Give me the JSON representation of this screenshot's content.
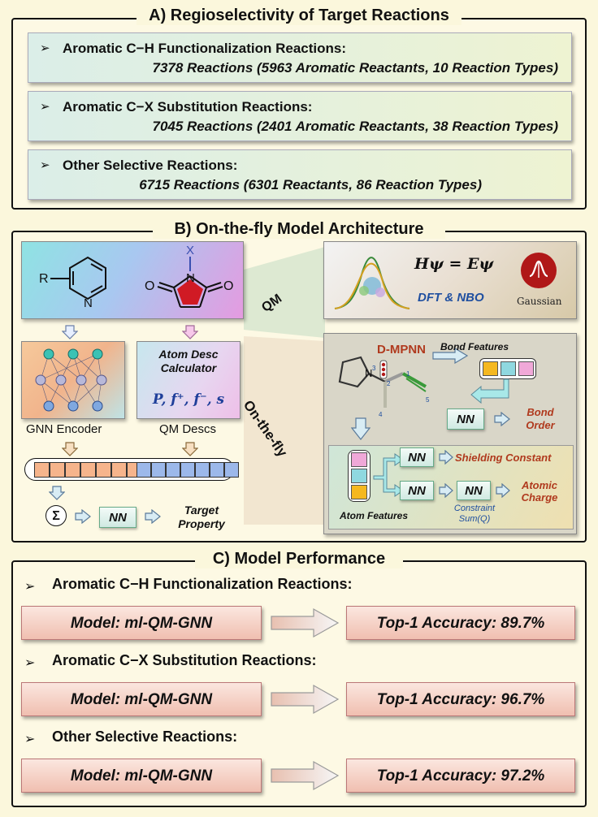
{
  "section_a": {
    "title": "A) Regioselectivity of Target Reactions",
    "items": [
      {
        "head": "Aromatic C−H Functionalization Reactions:",
        "sub": "7378 Reactions (5963 Aromatic Reactants, 10 Reaction Types)"
      },
      {
        "head": "Aromatic C−X Substitution Reactions:",
        "sub": "7045 Reactions (2401 Aromatic Reactants, 38 Reaction Types)"
      },
      {
        "head": "Other Selective Reactions:",
        "sub": "6715 Reactions (6301 Reactants, 86 Reaction Types)"
      }
    ],
    "bullet": "➢"
  },
  "section_b": {
    "title": "B) On-the-fly Model Architecture",
    "mol_r": "R",
    "mol_n": "N",
    "mol_x": "X",
    "mol_o1": "O",
    "mol_o2": "O",
    "mol_n2": "N",
    "atom_desc": "Atom Desc Calculator",
    "desc_symbols": "P, f⁺, f⁻, s",
    "gnn_label": "GNN Encoder",
    "qm_label": "QM Descs",
    "sigma": "Σ",
    "nn": "NN",
    "target": "Target Property",
    "qm_tag": "QM",
    "fly_tag": "On-the-fly",
    "equation": "Hψ = Eψ",
    "dft": "DFT & NBO",
    "gaussian": "Gaussian",
    "dmpnn": "D-MPNN",
    "bond_features": "Bond Features",
    "bond_order": "Bond Order",
    "shielding": "Shielding Constant",
    "atomic_charge": "Atomic Charge",
    "atom_features": "Atom Features",
    "constraint": "Constraint Sum(Q)",
    "atom_nums": [
      "3",
      "2",
      "1",
      "4",
      "5"
    ]
  },
  "section_c": {
    "title": "C) Model Performance",
    "items": [
      {
        "head": "Aromatic C−H Functionalization Reactions:",
        "model": "Model: ml-QM-GNN",
        "acc": "Top-1 Accuracy: 89.7%"
      },
      {
        "head": "Aromatic C−X Substitution Reactions:",
        "model": "Model: ml-QM-GNN",
        "acc": "Top-1 Accuracy: 96.7%"
      },
      {
        "head": "Other Selective Reactions:",
        "model": "Model: ml-QM-GNN",
        "acc": "Top-1 Accuracy: 97.2%"
      }
    ]
  },
  "colors": {
    "accent_red": "#b03a1e",
    "blue_text": "#1f4fa0",
    "frame": "#111111"
  }
}
